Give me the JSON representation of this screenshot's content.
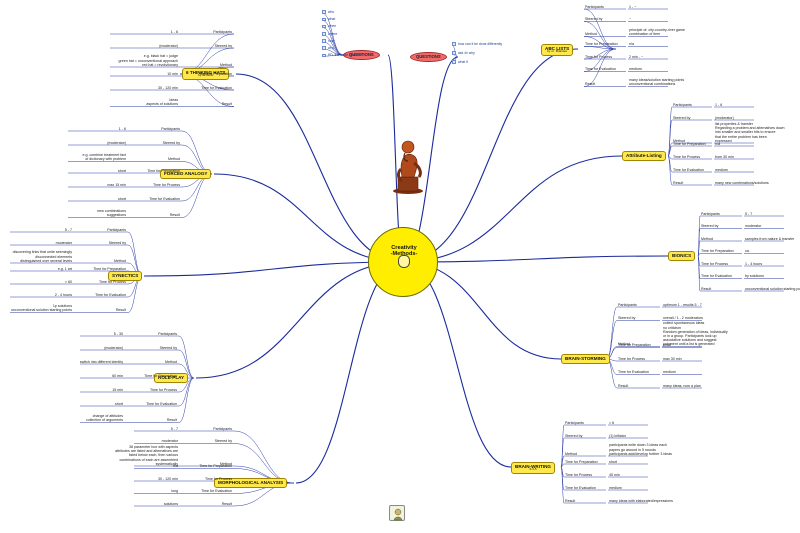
{
  "center": {
    "line1": "Creativity",
    "line2": "-Methods-"
  },
  "questions_left": {
    "label": "QUESTIONS",
    "items": [
      "who",
      "what",
      "when",
      "where",
      "how",
      "why",
      "PD, the trade Question"
    ]
  },
  "questions_right": {
    "label": "QUESTIONS",
    "items": [
      "how can it be done differently",
      "ask 4x why",
      "what if"
    ]
  },
  "thinking_hats": {
    "title": "6 THINKING HATS",
    "subtitle": "by de Bono",
    "rows": [
      {
        "key": "Participants",
        "val": "1 - 6"
      },
      {
        "key": "Steered by",
        "val": "(moderator)"
      },
      {
        "key": "Method",
        "val": "e.g. black hat = judge\ngreen hat = unconventional approach\nred hat = revolutionary"
      },
      {
        "key": "Time for Preparation",
        "val": "10 min"
      },
      {
        "key": "Time for Evaluation",
        "val": "30 - 120 min"
      },
      {
        "key": "Result",
        "val": "ideas\naspects of solutions"
      }
    ]
  },
  "forced_analogy": {
    "title": "FORCED ANALOGY",
    "rows": [
      {
        "key": "Participants",
        "val": "1 - 6"
      },
      {
        "key": "Steered by",
        "val": "(moderator)"
      },
      {
        "key": "Method",
        "val": "e.g. combine treatment fact\nof dictionary with problem"
      },
      {
        "key": "Time for Preparation",
        "val": "short"
      },
      {
        "key": "Time for Process",
        "val": "max 15 min"
      },
      {
        "key": "Time for Evaluation",
        "val": "short"
      },
      {
        "key": "Result",
        "val": "new combinations\nsuggestions"
      }
    ]
  },
  "synectics": {
    "title": "SYNECTICS",
    "rows": [
      {
        "key": "Participants",
        "val": "5 - 7"
      },
      {
        "key": "Steered by",
        "val": "moderator"
      },
      {
        "key": "Method",
        "val": "discovering links that unite seemingly\ndisconnected elements\ndistinguished over several levels"
      },
      {
        "key": "Time for Preparation",
        "val": "e.g. 1 art"
      },
      {
        "key": "Time for Process",
        "val": "> 60"
      },
      {
        "key": "Time for Evaluation",
        "val": "2 - 4 hours"
      },
      {
        "key": "Result",
        "val": "1p solutions\nunconventional solution starting points"
      }
    ]
  },
  "role_play": {
    "title": "ROLE-PLAY",
    "rows": [
      {
        "key": "Participants",
        "val": "5 - 30"
      },
      {
        "key": "Steered by",
        "val": "(moderator)"
      },
      {
        "key": "Method",
        "val": "switch into different identity"
      },
      {
        "key": "Time for Preparation",
        "val": "60 min"
      },
      {
        "key": "Time for Process",
        "val": "15 min"
      },
      {
        "key": "Time for Evaluation",
        "val": "short"
      },
      {
        "key": "Result",
        "val": "change of attitudes\ncollection of arguments"
      }
    ]
  },
  "morphological": {
    "title": "MORPHOLOGICAL ANALYSIS",
    "rows": [
      {
        "key": "Participants",
        "val": "5 - 7"
      },
      {
        "key": "Steered by",
        "val": "moderator"
      },
      {
        "key": "Method",
        "val": "38 parameter box with aspects\nattributes are listed and alternatives are\nlisted below each, then various\ncombinations of each are assembled\nsystematically"
      },
      {
        "key": "Time for Preparation",
        "val": "n/a"
      },
      {
        "key": "Time for Process",
        "val": "30 - 120 min"
      },
      {
        "key": "Time for Evaluation",
        "val": "long"
      },
      {
        "key": "Result",
        "val": "solutions"
      }
    ]
  },
  "abc_lists": {
    "title": "ABC LISTS",
    "subtitle": "by v.I. Brandes",
    "rows": [
      {
        "key": "Participants",
        "val": "1 - ~"
      },
      {
        "key": "Steered by",
        "val": "~"
      },
      {
        "key": "Method",
        "val": "principle of: city-country-river game\ncombination of item"
      },
      {
        "key": "Time for Preparation",
        "val": "n/a"
      },
      {
        "key": "Time for Process",
        "val": "2 min - ~"
      },
      {
        "key": "Time for Evaluation",
        "val": "medium"
      },
      {
        "key": "Result",
        "val": "many ideas/solution starting points\nunconventional combinations"
      }
    ]
  },
  "attribute_listing": {
    "title": "Attribute-Listing",
    "rows": [
      {
        "key": "Participants",
        "val": "1 - 6"
      },
      {
        "key": "Steered by",
        "val": "(moderator)"
      },
      {
        "key": "Method",
        "val": "list properties & transfer\nRegarding a problem and alternatives down\ninto smaller and smaller bits to ensure\nthat the entire problem has been\nexpressed"
      },
      {
        "key": "Time for Preparation",
        "val": "n/a"
      },
      {
        "key": "Time for Process",
        "val": "from 30 min"
      },
      {
        "key": "Time for Evaluation",
        "val": "medium"
      },
      {
        "key": "Result",
        "val": "many new combinations/solutions"
      }
    ]
  },
  "bionics": {
    "title": "BIONICS",
    "rows": [
      {
        "key": "Participants",
        "val": "5 - 7"
      },
      {
        "key": "Steered by",
        "val": "moderator"
      },
      {
        "key": "Method",
        "val": "samples from nature & transfer"
      },
      {
        "key": "Time for Preparation",
        "val": "ca."
      },
      {
        "key": "Time for Process",
        "val": "1 - 4 hours"
      },
      {
        "key": "Time for Evaluation",
        "val": "by solutions"
      },
      {
        "key": "Result",
        "val": "unconventional solution starting points"
      }
    ]
  },
  "brain_storming": {
    "title": "BRAIN-STORMING",
    "rows": [
      {
        "key": "Participants",
        "val": "optimum 1 - results 5 - 7"
      },
      {
        "key": "Steered by",
        "val": "overall / 1 - 2 moderators"
      },
      {
        "key": "Method",
        "val": "collect spontaneous ideas\nno criticism\nRandom generation of ideas, individually\nor in a group. Participants look up\nassociative solutions and suggest\njudgment until a list is generated"
      },
      {
        "key": "Time for Preparation",
        "val": "short"
      },
      {
        "key": "Time for Process",
        "val": "max 30 min"
      },
      {
        "key": "Time for Evaluation",
        "val": "medium"
      },
      {
        "key": "Result",
        "val": "many ideas, now a plan"
      }
    ]
  },
  "brain_writing": {
    "title": "BRAIN-WRITING",
    "subtitle": "6-3-5",
    "rows": [
      {
        "key": "Participants",
        "val": "> 6"
      },
      {
        "key": "Steered by",
        "val": "(1) initiator"
      },
      {
        "key": "Method",
        "val": "participants write down 3 ideas each\npapers go around in 5 rounds\nparticipants add/develop further 3 ideas"
      },
      {
        "key": "Time for Preparation",
        "val": "short"
      },
      {
        "key": "Time for Process",
        "val": "45 min"
      },
      {
        "key": "Time for Evaluation",
        "val": "medium"
      },
      {
        "key": "Result",
        "val": "many ideas with elaborated/expressions"
      }
    ]
  },
  "colors": {
    "line": "#1a2a9c",
    "topic_fill": "#ffe94a",
    "hub_fill": "#ffee00",
    "question_fill": "#f06a6a",
    "text": "#1a1a1a"
  },
  "icons": {
    "center": "face-icon",
    "figure": "thinker-statue-icon",
    "footer": "map-tool-icon",
    "question_item": "note-icon"
  }
}
